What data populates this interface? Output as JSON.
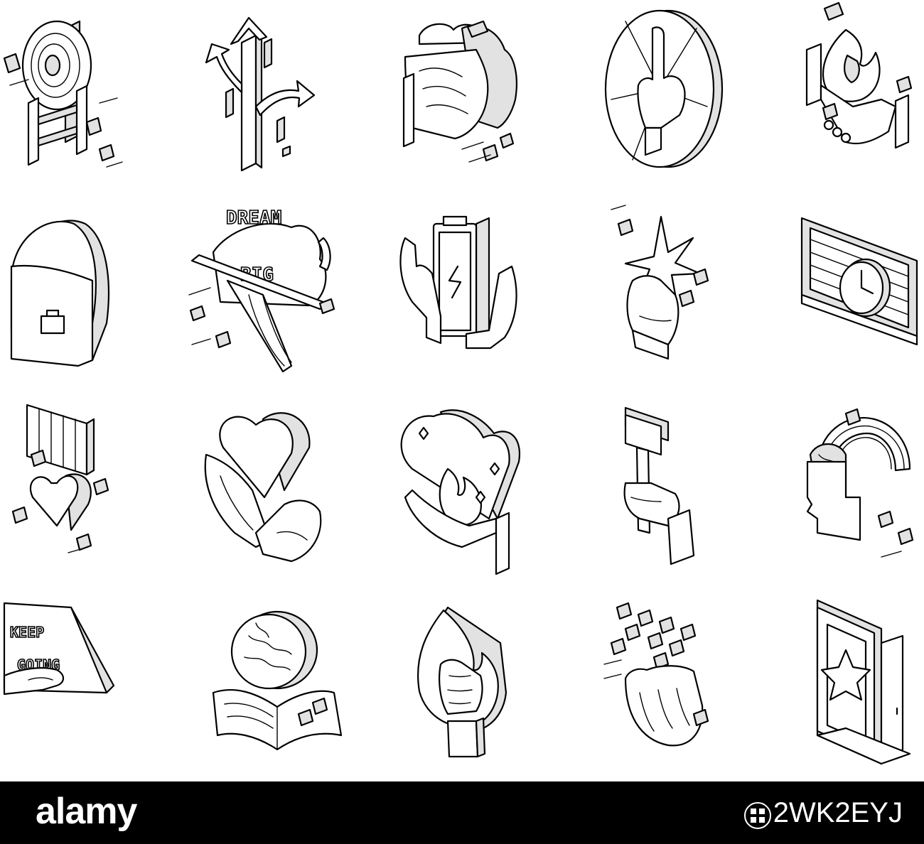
{
  "colors": {
    "line": "#000000",
    "background": "#ffffff",
    "footer": "#000000",
    "footer_text": "#ffffff"
  },
  "icons": [
    {
      "name": "target-on-ladder-icon"
    },
    {
      "name": "branching-arrows-choice-icon"
    },
    {
      "name": "hand-on-clouds-icon"
    },
    {
      "name": "finger-pointing-up-circle-icon"
    },
    {
      "name": "handshake-with-flame-icon"
    },
    {
      "name": "head-with-briefcase-icon"
    },
    {
      "name": "dream-big-cloud-icon",
      "lettering_top": "DREAM",
      "lettering_bottom": "BIG"
    },
    {
      "name": "hands-holding-battery-icon"
    },
    {
      "name": "finger-snap-spark-icon"
    },
    {
      "name": "brick-wall-clock-icon"
    },
    {
      "name": "medal-heart-ribbon-icon"
    },
    {
      "name": "hands-holding-heart-icon"
    },
    {
      "name": "hand-with-flame-heart-icon"
    },
    {
      "name": "hand-holding-hammer-icon"
    },
    {
      "name": "brain-rainbow-head-icon"
    },
    {
      "name": "keep-going-sign-icon",
      "lettering_top": "KEEP",
      "lettering_bottom": "GOING"
    },
    {
      "name": "brain-over-open-book-icon"
    },
    {
      "name": "fist-in-flame-icon"
    },
    {
      "name": "fist-with-stars-icon"
    },
    {
      "name": "door-with-star-icon"
    }
  ],
  "footer": {
    "brand": "alamy",
    "image_id": "2WK2EYJ"
  }
}
